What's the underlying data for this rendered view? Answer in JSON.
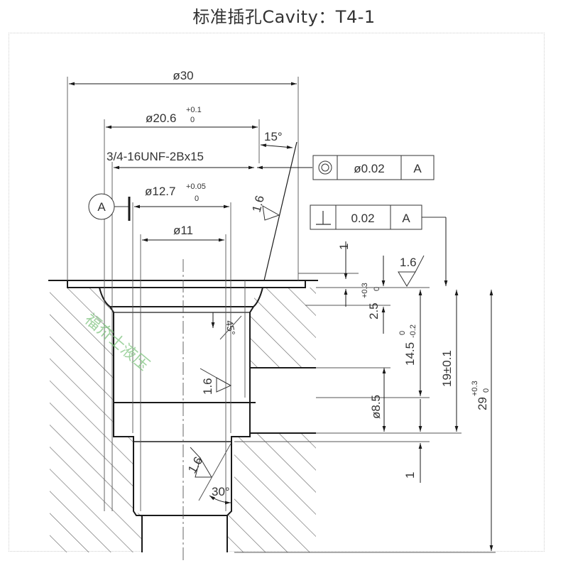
{
  "title": "标准插孔Cavity：T4-1",
  "watermark": "福夼士液压",
  "colors": {
    "line": "#1a1a1a",
    "thin": "#555555",
    "hatch": "#6a6a6a",
    "text": "#333333",
    "watermark": "#7fc47f"
  },
  "dimensions": {
    "d30": "ø30",
    "d20_6": {
      "base": "ø20.6",
      "upper": "+0.1",
      "lower": "0"
    },
    "thread": "3/4-16UNF-2Bx15",
    "angle15": "15°",
    "d12_7": {
      "base": "ø12.7",
      "upper": "+0.05",
      "lower": "0"
    },
    "d11": "ø11",
    "d8_5": "ø8.5",
    "h2_5": {
      "base": "2.5",
      "upper": "+0.3",
      "lower": "0"
    },
    "h14_5": {
      "base": "14.5",
      "upper": "0",
      "lower": "-0.2"
    },
    "h19": "19±0.1",
    "h29": {
      "base": "29",
      "upper": "+0.3",
      "lower": "0"
    },
    "gap1_top": "1",
    "gap1_bottom": "1",
    "chamfer45": "45°",
    "angle30": "30°"
  },
  "datum": {
    "label": "A"
  },
  "tolerance_frames": [
    {
      "symbol": "concentricity",
      "value": "ø0.02",
      "datum": "A"
    },
    {
      "symbol": "perpendicularity",
      "value": "0.02",
      "datum": "A"
    }
  ],
  "surface_finish": [
    {
      "value": "1.6",
      "location": "thread-flank"
    },
    {
      "value": "1.6",
      "location": "top-face"
    },
    {
      "value": "1.6",
      "location": "bore-wall"
    },
    {
      "value": "1.6",
      "location": "lower-bore"
    }
  ]
}
